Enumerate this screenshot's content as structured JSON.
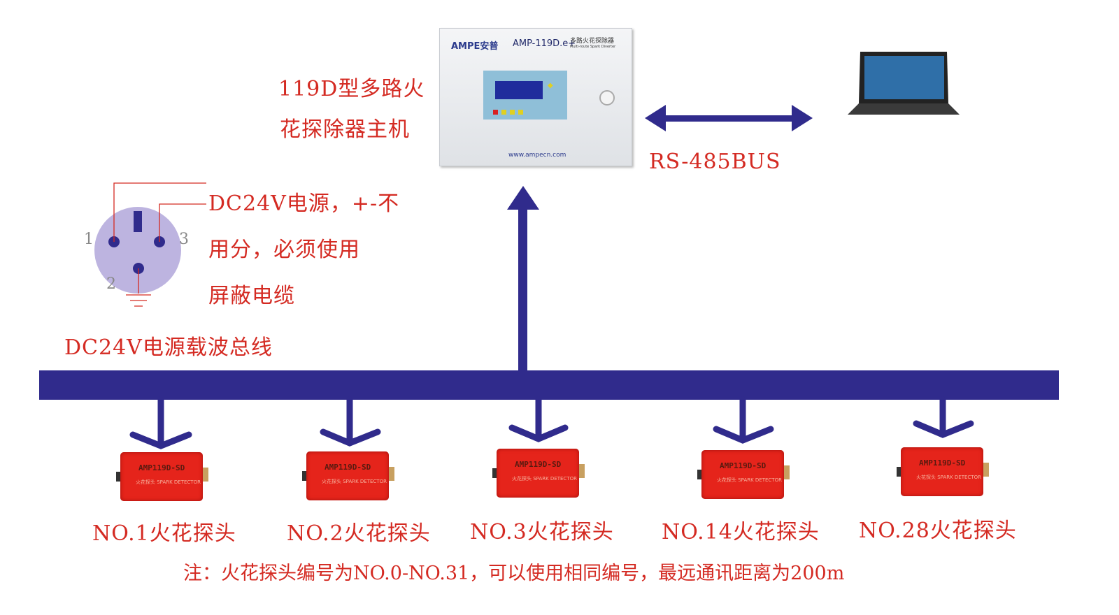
{
  "host": {
    "brand": "AMPE安普",
    "model": "AMP-119D.e+",
    "name_cn": "多路火花探除器",
    "name_en": "Multi-route Spark Diverter",
    "website": "www.ampecn.com"
  },
  "labels": {
    "host_line1": "119D型多路火",
    "host_line2": "花探除器主机",
    "bus_protocol": "RS-485BUS",
    "power_line1": "DC24V电源，+-不",
    "power_line2": "用分，必须使用",
    "power_line3": "屏蔽电缆",
    "carrier_bus": "DC24V电源载波总线",
    "pin1": "1",
    "pin2": "2",
    "pin3": "3"
  },
  "detectors": [
    {
      "label": "NO.1火花探头",
      "model": "AMP119D-SD",
      "sub": "火花探头 SPARK DETECTOR"
    },
    {
      "label": "NO.2火花探头",
      "model": "AMP119D-SD",
      "sub": "火花探头 SPARK DETECTOR"
    },
    {
      "label": "NO.3火花探头",
      "model": "AMP119D-SD",
      "sub": "火花探头 SPARK DETECTOR"
    },
    {
      "label": "NO.14火花探头",
      "model": "AMP119D-SD",
      "sub": "火花探头 SPARK DETECTOR"
    },
    {
      "label": "NO.28火花探头",
      "model": "AMP119D-SD",
      "sub": "火花探头 SPARK DETECTOR"
    }
  ],
  "note": "注：火花探头编号为NO.0-NO.31，可以使用相同编号，最远通讯距离为200m",
  "colors": {
    "bus": "#302b8c",
    "text": "#d42a22",
    "detector": "#e5241b"
  }
}
